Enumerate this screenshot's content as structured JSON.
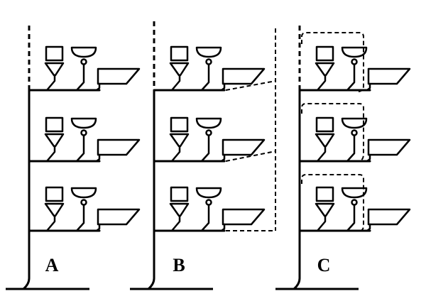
{
  "diagram": {
    "labels": {
      "a": "A",
      "b": "B",
      "c": "C"
    },
    "panels": [
      {
        "id": "A",
        "vent": "open-stack"
      },
      {
        "id": "B",
        "vent": "stack-vent-parallel"
      },
      {
        "id": "C",
        "vent": "loop-vent"
      }
    ],
    "floors_per_panel": 3,
    "fixtures_per_floor": [
      "toilet-with-trap",
      "washbasin-with-trap",
      "bathtub"
    ],
    "colors": {
      "stroke": "#000000",
      "background": "#ffffff"
    }
  }
}
